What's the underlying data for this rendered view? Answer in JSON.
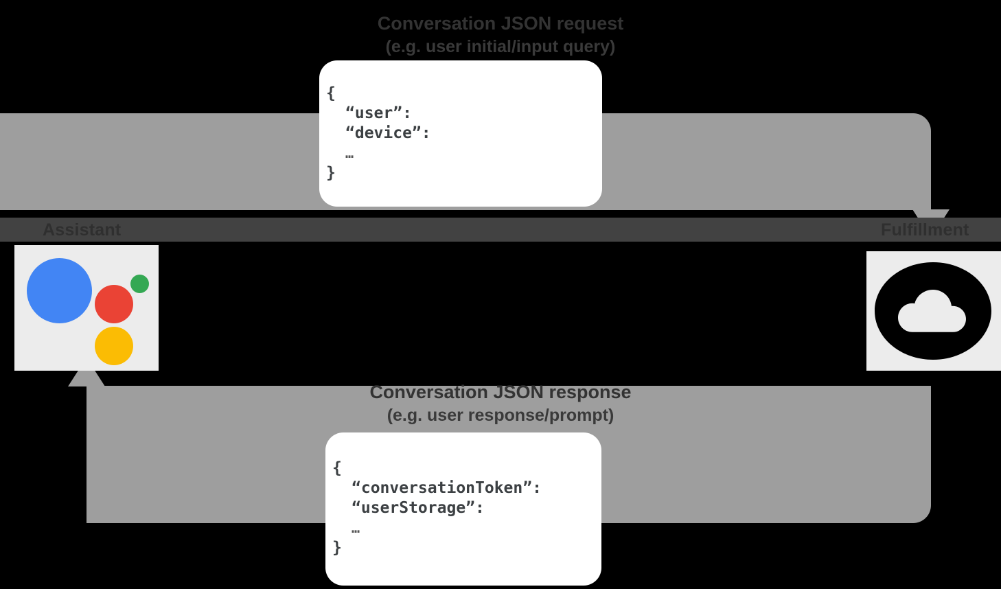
{
  "diagram": {
    "background_color": "#000000",
    "band_color": "#9e9e9e",
    "strip_color": "#424242"
  },
  "actors": {
    "left": {
      "label": "Assistant",
      "icon": "google-assistant-icon",
      "tile_color": "#ececec",
      "dot_colors": {
        "blue": "#4285f4",
        "red": "#ea4335",
        "yellow": "#fbbc04",
        "green": "#34a853"
      }
    },
    "right": {
      "label": "Fulfillment",
      "icon": "cloud-functions-icon",
      "tile_color": "#ececec"
    }
  },
  "flows": {
    "request": {
      "title": "Conversation JSON request",
      "subtitle": "(e.g. user initial/input query)",
      "direction": "left-to-right"
    },
    "response": {
      "title": "Conversation JSON response",
      "subtitle": "(e.g. user response/prompt)",
      "direction": "right-to-left"
    }
  },
  "json_request": {
    "lines": [
      "{",
      "“user”:",
      "“device”:",
      "…",
      "}"
    ]
  },
  "json_response": {
    "lines": [
      "{",
      "“conversationToken”:",
      "“userStorage”:",
      "…",
      "}"
    ]
  }
}
